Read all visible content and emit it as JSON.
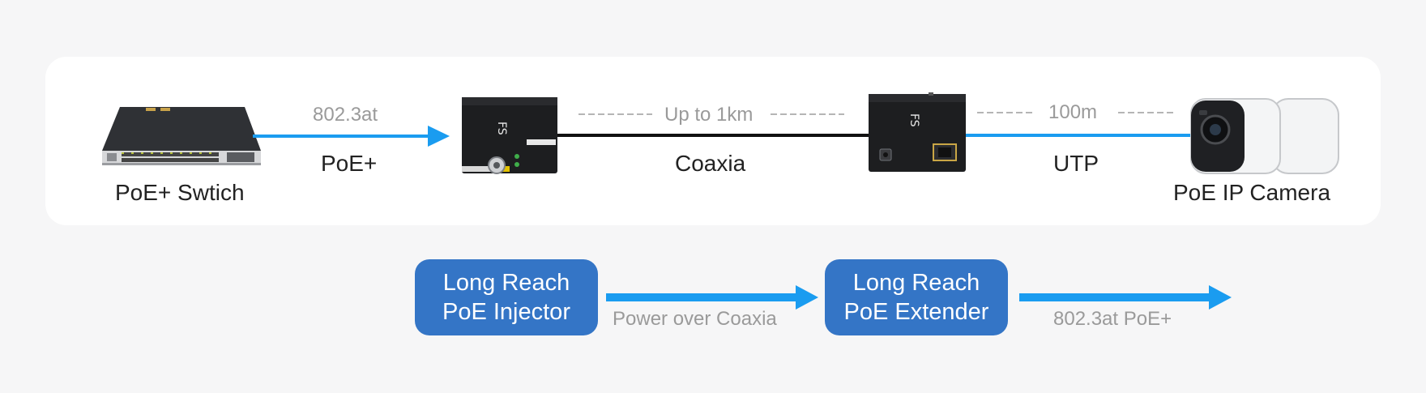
{
  "devices": {
    "switch_label": "PoE+ Swtich",
    "camera_label": "PoE IP Camera"
  },
  "links": {
    "standard_label": "802.3at",
    "poe_plus_label": "PoE+",
    "distance_coax": "Up to 1km",
    "coax_label": "Coaxia",
    "distance_utp": "100m",
    "utp_label": "UTP"
  },
  "flow": {
    "injector": {
      "line1": "Long Reach",
      "line2": "PoE Injector"
    },
    "extender": {
      "line1": "Long Reach",
      "line2": "PoE Extender"
    },
    "link1_label": "Power over Coaxia",
    "link2_label": "802.3at PoE+"
  },
  "colors": {
    "accent_blue": "#1a9cf0",
    "box_blue": "#3475c6",
    "panel": "#ffffff",
    "background": "#f6f6f7",
    "text_dark": "#222222",
    "text_grey": "#9a9a9a"
  }
}
